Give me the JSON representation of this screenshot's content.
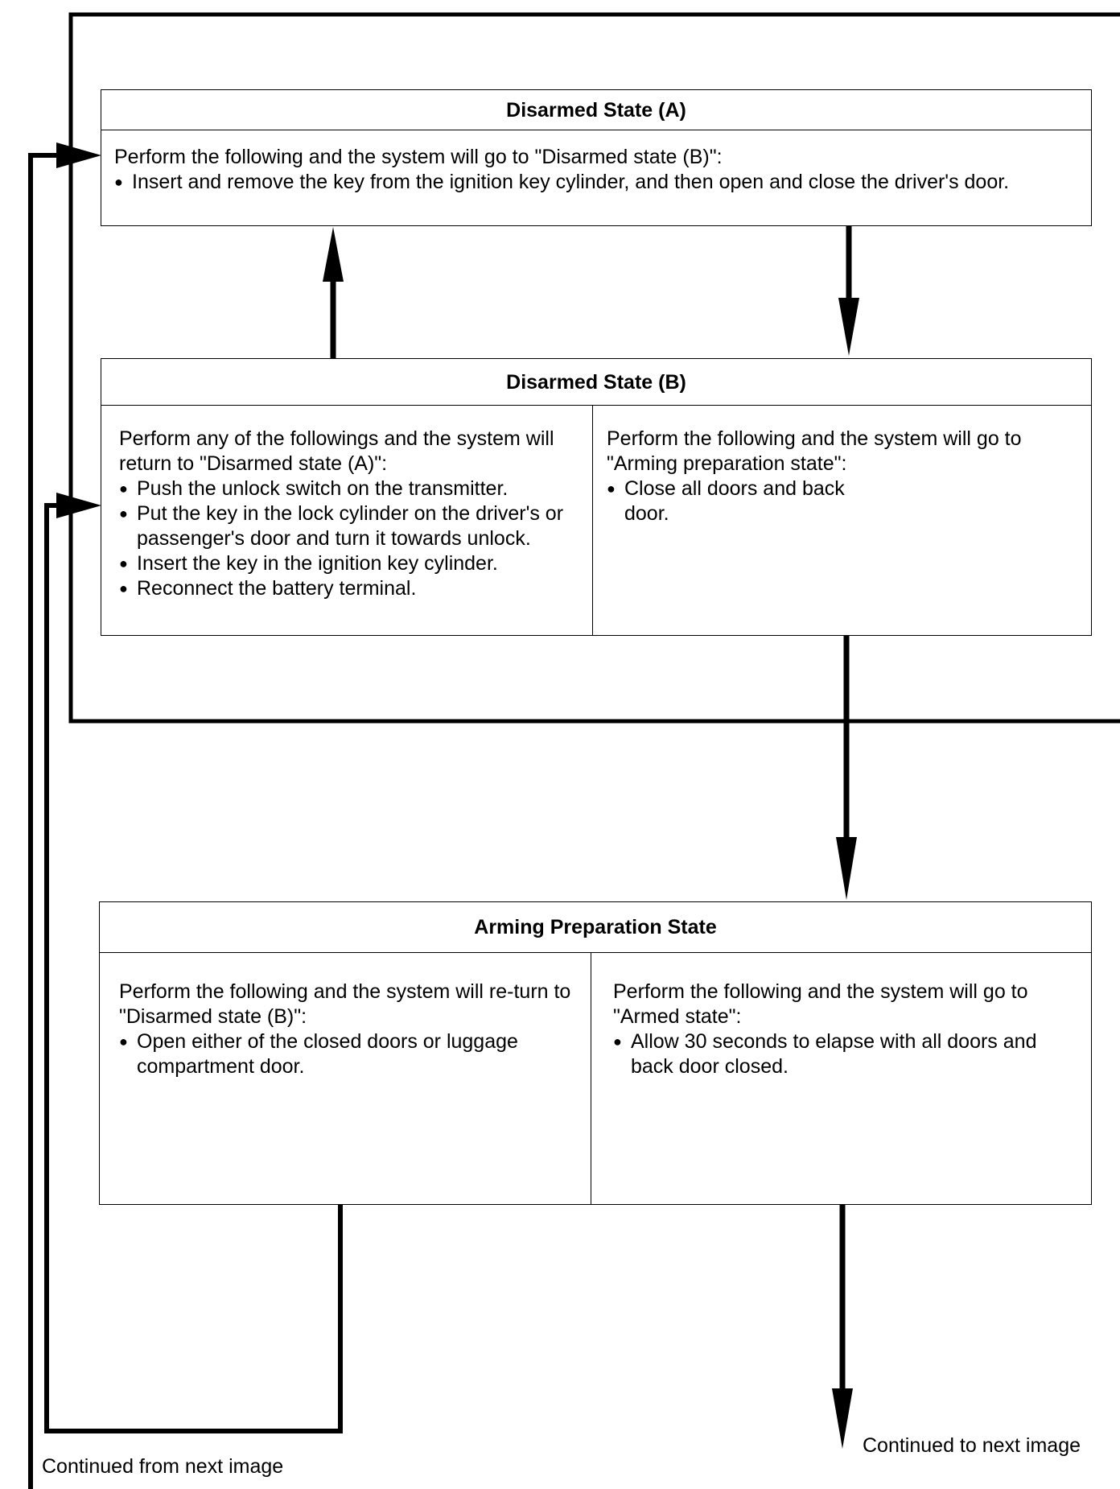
{
  "boxes": {
    "disarmed_a": {
      "title": "Disarmed State (A)",
      "intro": "Perform the following and the system will go to \"Disarmed state (B)\":",
      "items": [
        "Insert and remove the key from the ignition key cylinder, and then open and close the driver's door."
      ]
    },
    "disarmed_b": {
      "title": "Disarmed State (B)",
      "left": {
        "intro": "Perform any of the followings and the system will return to \"Disarmed state (A)\":",
        "items": [
          "Push the unlock switch on the transmitter.",
          "Put the key in the lock cylinder on the driver's or passenger's door and turn it towards unlock.",
          "Insert the key in the ignition key cylinder.",
          "Reconnect the battery terminal."
        ]
      },
      "right": {
        "intro": "Perform the following and the system will go to \"Arming preparation state\":",
        "items": [
          "Close all doors and back door."
        ]
      }
    },
    "arming_prep": {
      "title": "Arming Preparation State",
      "left": {
        "intro": "Perform the following and the system will re-turn to \"Disarmed state (B)\":",
        "items": [
          "Open either of the closed doors or luggage compartment door."
        ]
      },
      "right": {
        "intro": "Perform the following and the system will go to \"Armed state\":",
        "items": [
          "Allow 30 seconds to elapse with all doors and back door closed."
        ]
      }
    }
  },
  "notes": {
    "continued_from": "Continued from next image",
    "continued_to": "Continued to next image"
  }
}
